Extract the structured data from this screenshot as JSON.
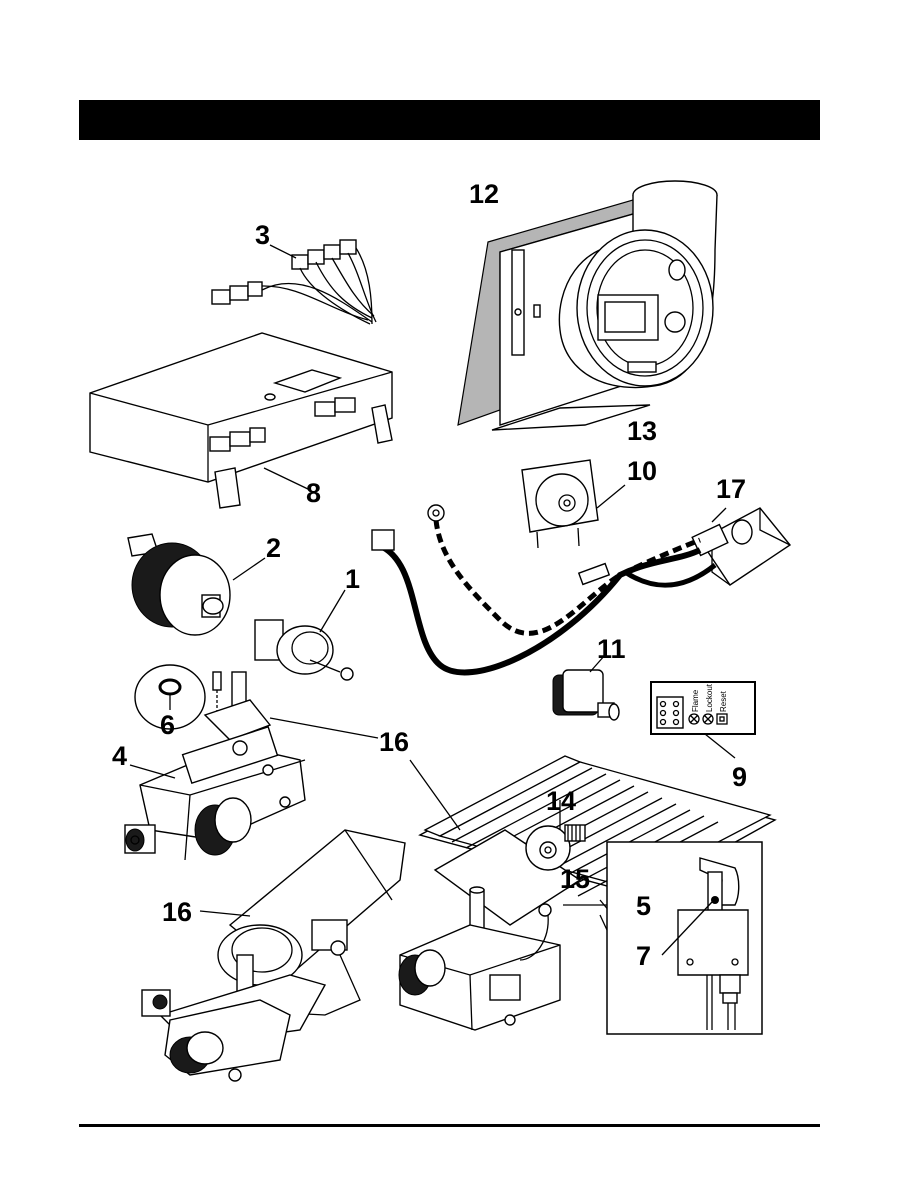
{
  "callouts": [
    "1",
    "2",
    "3",
    "4",
    "5",
    "6",
    "7",
    "8",
    "9",
    "10",
    "11",
    "12",
    "13",
    "14",
    "15",
    "16",
    "16",
    "17"
  ],
  "panel": {
    "labels": [
      "Flame",
      "Lockout",
      "Reset"
    ]
  },
  "colors": {
    "ink": "#000000",
    "shade": "#b5b5b5",
    "dark": "#1a1a1a"
  },
  "icons": [
    "gas-valve-icon",
    "pilot-burner-icon",
    "control-box-icon",
    "blower-icon",
    "wiring-harness-icon"
  ]
}
